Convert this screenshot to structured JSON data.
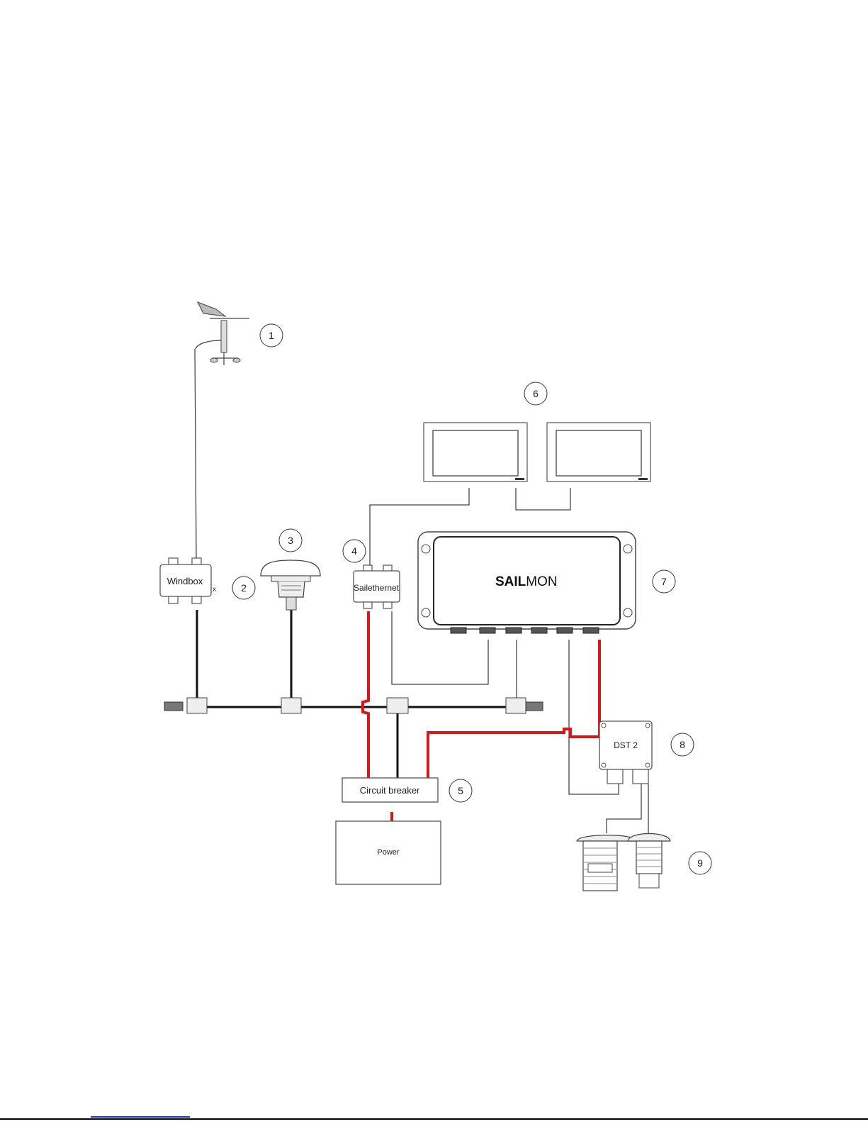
{
  "labels": {
    "windbox": "Windbox",
    "windbox_mark": "x",
    "sailethernet": "Sailethernet",
    "circuit_breaker": "Circuit breaker",
    "power": "Power",
    "dst2": "DST 2",
    "sailmon_bold": "SAIL",
    "sailmon_light": "MON"
  },
  "callouts": [
    "1",
    "2",
    "3",
    "4",
    "5",
    "6",
    "7",
    "8",
    "9"
  ],
  "colors": {
    "power_cable": "#d81818",
    "backbone_cable": "#111111",
    "drop_cable": "#444444"
  }
}
